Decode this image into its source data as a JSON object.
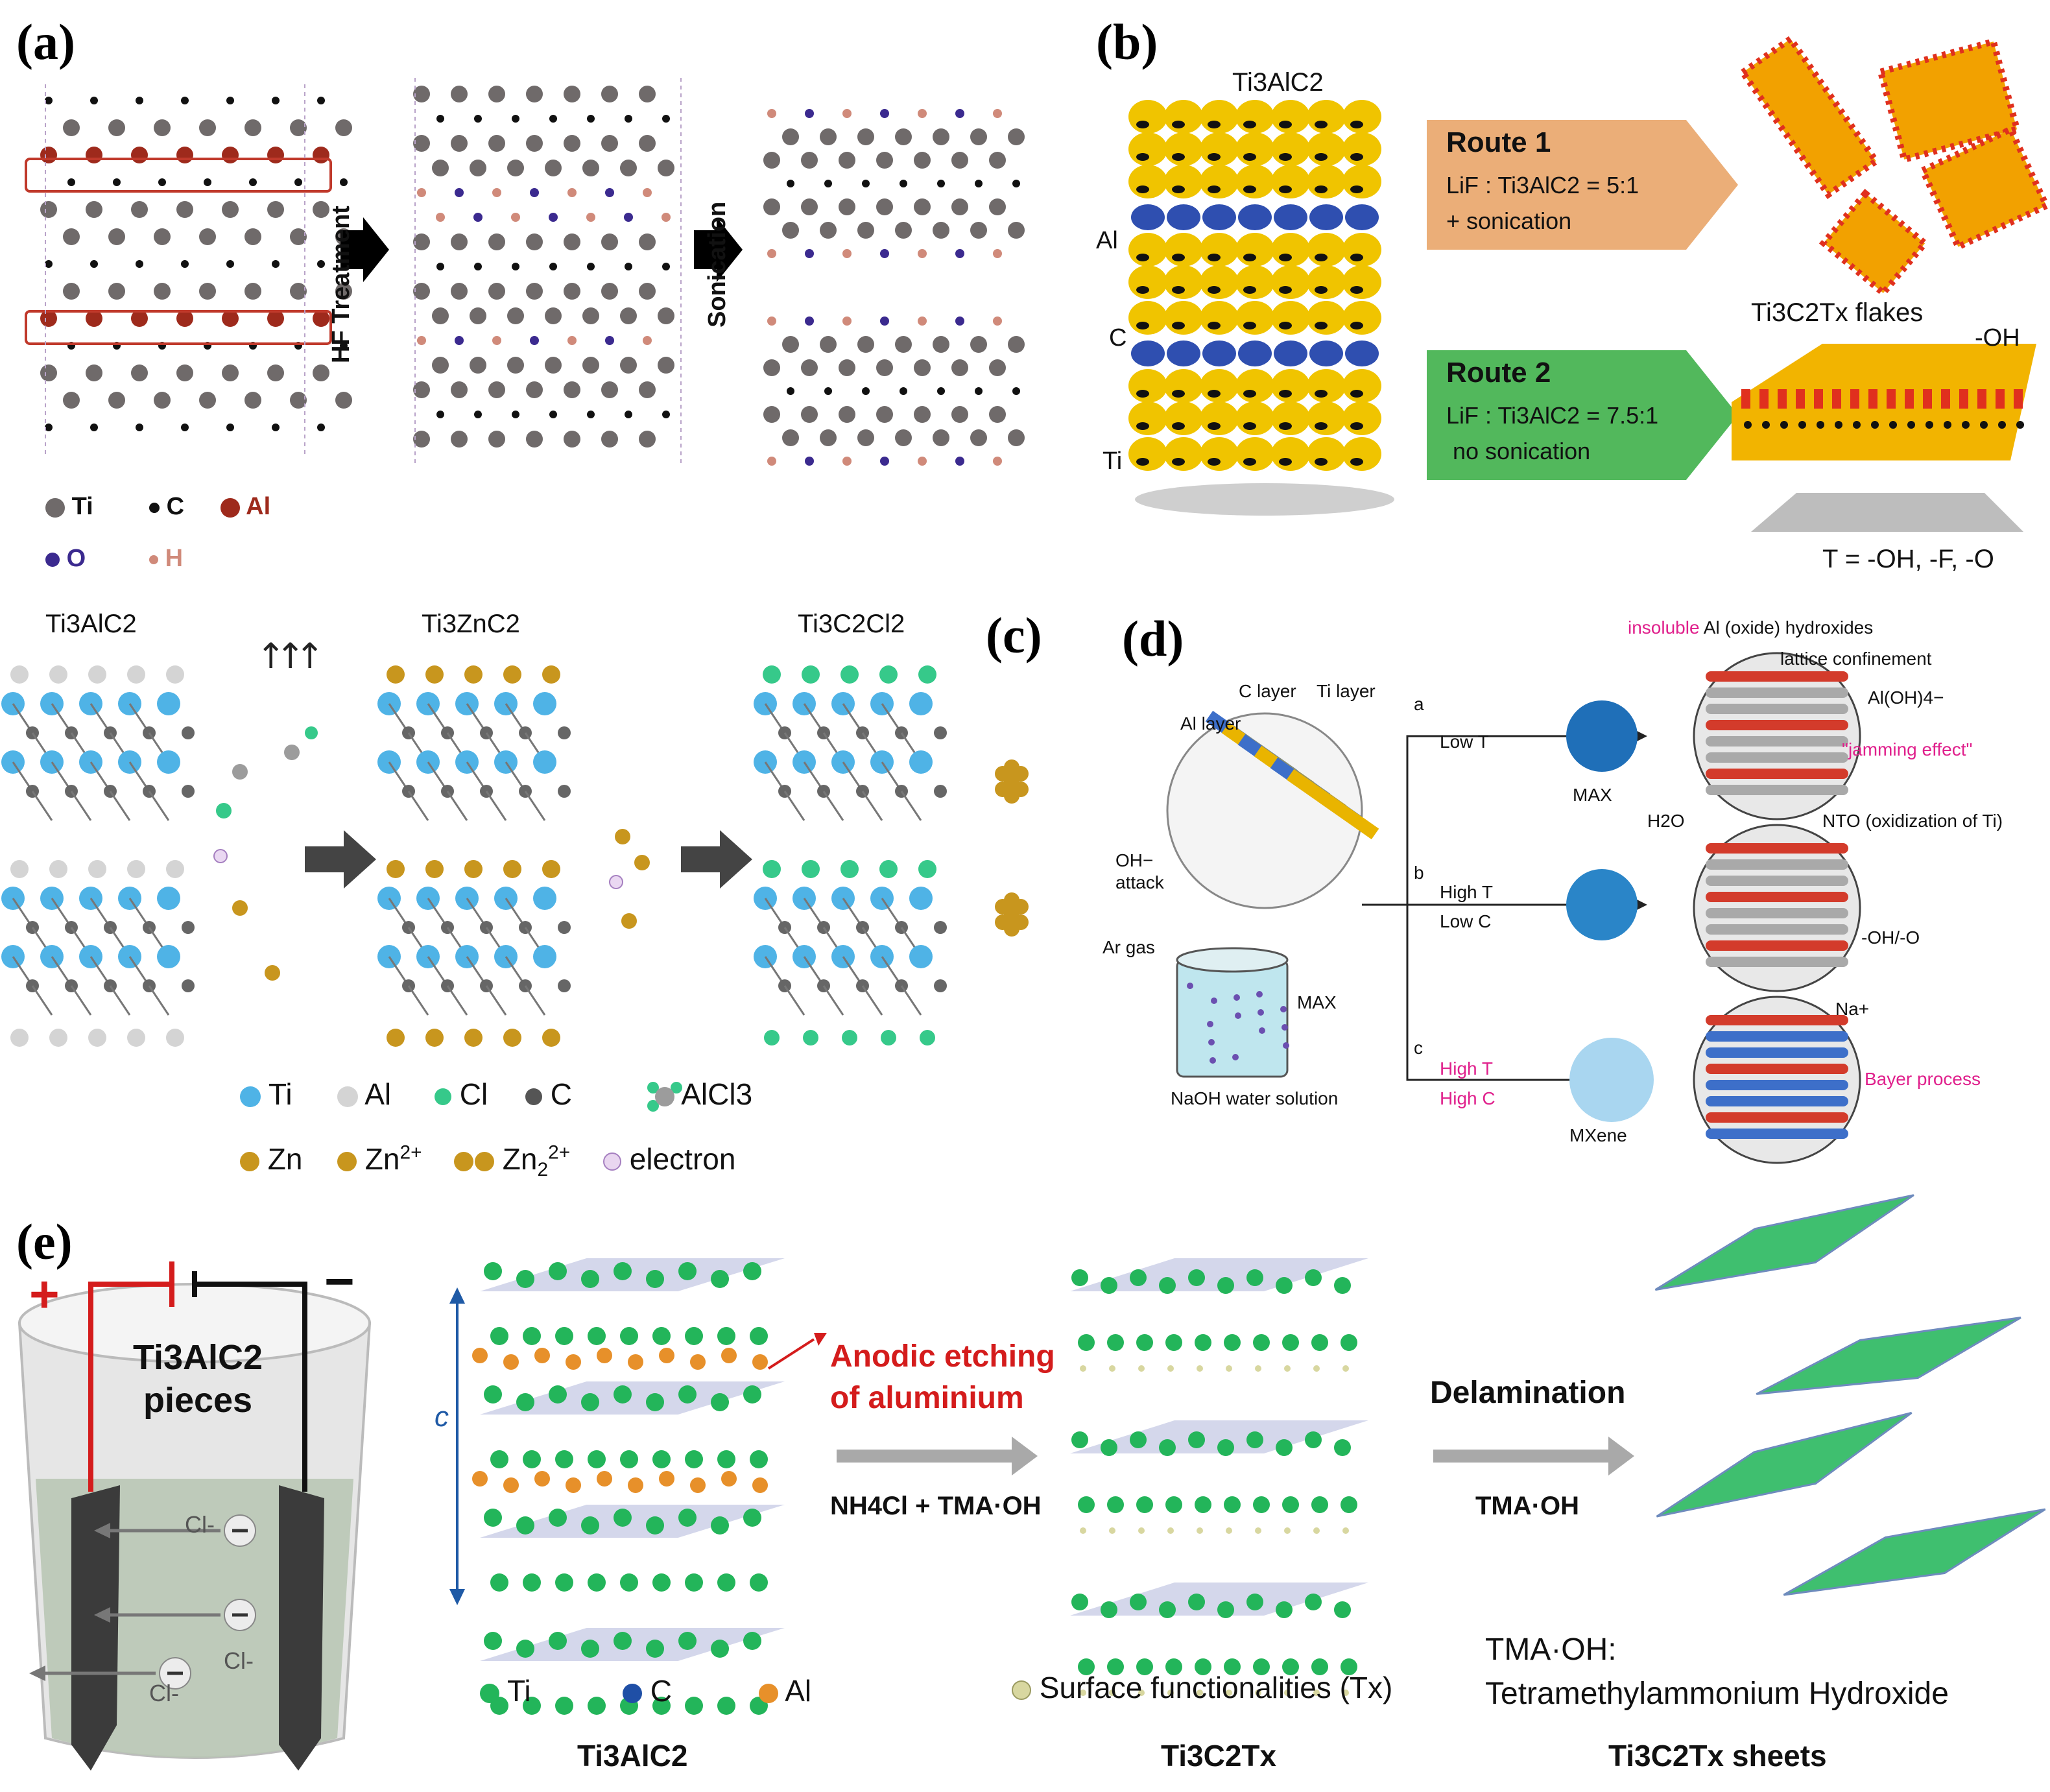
{
  "panels": {
    "a": {
      "label": "(a)",
      "arrow1": "HF Treatment",
      "arrow2": "Sonication",
      "legend": [
        "Ti",
        "C",
        "Al",
        "O",
        "H"
      ]
    },
    "b": {
      "label": "(b)",
      "material_top": "Ti3AlC2",
      "layers": [
        "Al",
        "C",
        "Ti"
      ],
      "route1_title": "Route 1",
      "route1_line1": "LiF : Ti3AlC2 = 5:1",
      "route1_line2": "+ sonication",
      "route2_title": "Route 2",
      "route2_line1": "LiF : Ti3AlC2 = 7.5:1",
      "route2_line2": "no sonication",
      "flakes": "Ti3C2Tx flakes",
      "oh": "-OH",
      "termination": "T = -OH, -F, -O"
    },
    "c": {
      "label": "(c)",
      "title1": "Ti3AlC2",
      "title2": "Ti3ZnC2",
      "title3": "Ti3C2Cl2",
      "legend_row1": [
        "Ti",
        "Al",
        "Cl",
        "C",
        "AlCl3"
      ],
      "legend_row2": [
        "Zn",
        "Zn2+",
        "Zn22+",
        "electron"
      ]
    },
    "d": {
      "label": "(d)",
      "c_layer": "C layer",
      "ti_layer": "Ti layer",
      "al_layer": "Al layer",
      "oh_attack_1": "OH−",
      "oh_attack_2": "attack",
      "ar_gas": "Ar gas",
      "max_small": "MAX",
      "naoh": "NaOH water solution",
      "branch_a": "a",
      "branch_a_cond": "Low T",
      "branch_b": "b",
      "branch_b_cond1": "High T",
      "branch_b_cond2": "Low C",
      "branch_c": "c",
      "branch_c_cond1": "High T",
      "branch_c_cond2": "High C",
      "max_label": "MAX",
      "mxene_label": "MXene",
      "insoluble_1": "insoluble",
      "insoluble_2": " Al (oxide) hydroxides",
      "lattice": "lattice confinement",
      "aloh4": "Al(OH)4−",
      "jamming": "\"jamming effect\"",
      "h2o": "H2O",
      "nto": "NTO (oxidization of Ti)",
      "oho": "-OH/-O",
      "na": "Na+",
      "bayer": "Bayer process"
    },
    "e": {
      "label": "(e)",
      "plus": "+",
      "minus": "−",
      "pieces_1": "Ti3AlC2",
      "pieces_2": "pieces",
      "cl": "Cl-",
      "c_axis": "c",
      "anodic_1": "Anodic etching",
      "anodic_2": "of aluminium",
      "reagent1": "NH4Cl + TMA·OH",
      "delamination": "Delamination",
      "reagent2": "TMA·OH",
      "tma_def_1": "TMA·OH:",
      "tma_def_2": "Tetramethylammonium Hydroxide",
      "legend": [
        "Ti",
        "C",
        "Al"
      ],
      "surface": "Surface functionalities (Tx)",
      "cap1": "Ti3AlC2",
      "cap2": "Ti3C2Tx",
      "cap3": "Ti3C2Tx  sheets"
    }
  },
  "colors": {
    "ti_gray": "#6f6a6a",
    "c_black": "#111111",
    "al_red": "#9e2a1c",
    "o_purple": "#3b2a8f",
    "h_pink": "#d08a7a",
    "ti_blue": "#4fb3e6",
    "cl_green": "#36c98a",
    "zn_gold": "#c8961e",
    "ti_green": "#23b55a",
    "al_orange": "#e7902a",
    "route1": "#e8a060",
    "route2": "#3fb04a",
    "accent_red": "#d41c1c",
    "magenta": "#e0208c"
  }
}
